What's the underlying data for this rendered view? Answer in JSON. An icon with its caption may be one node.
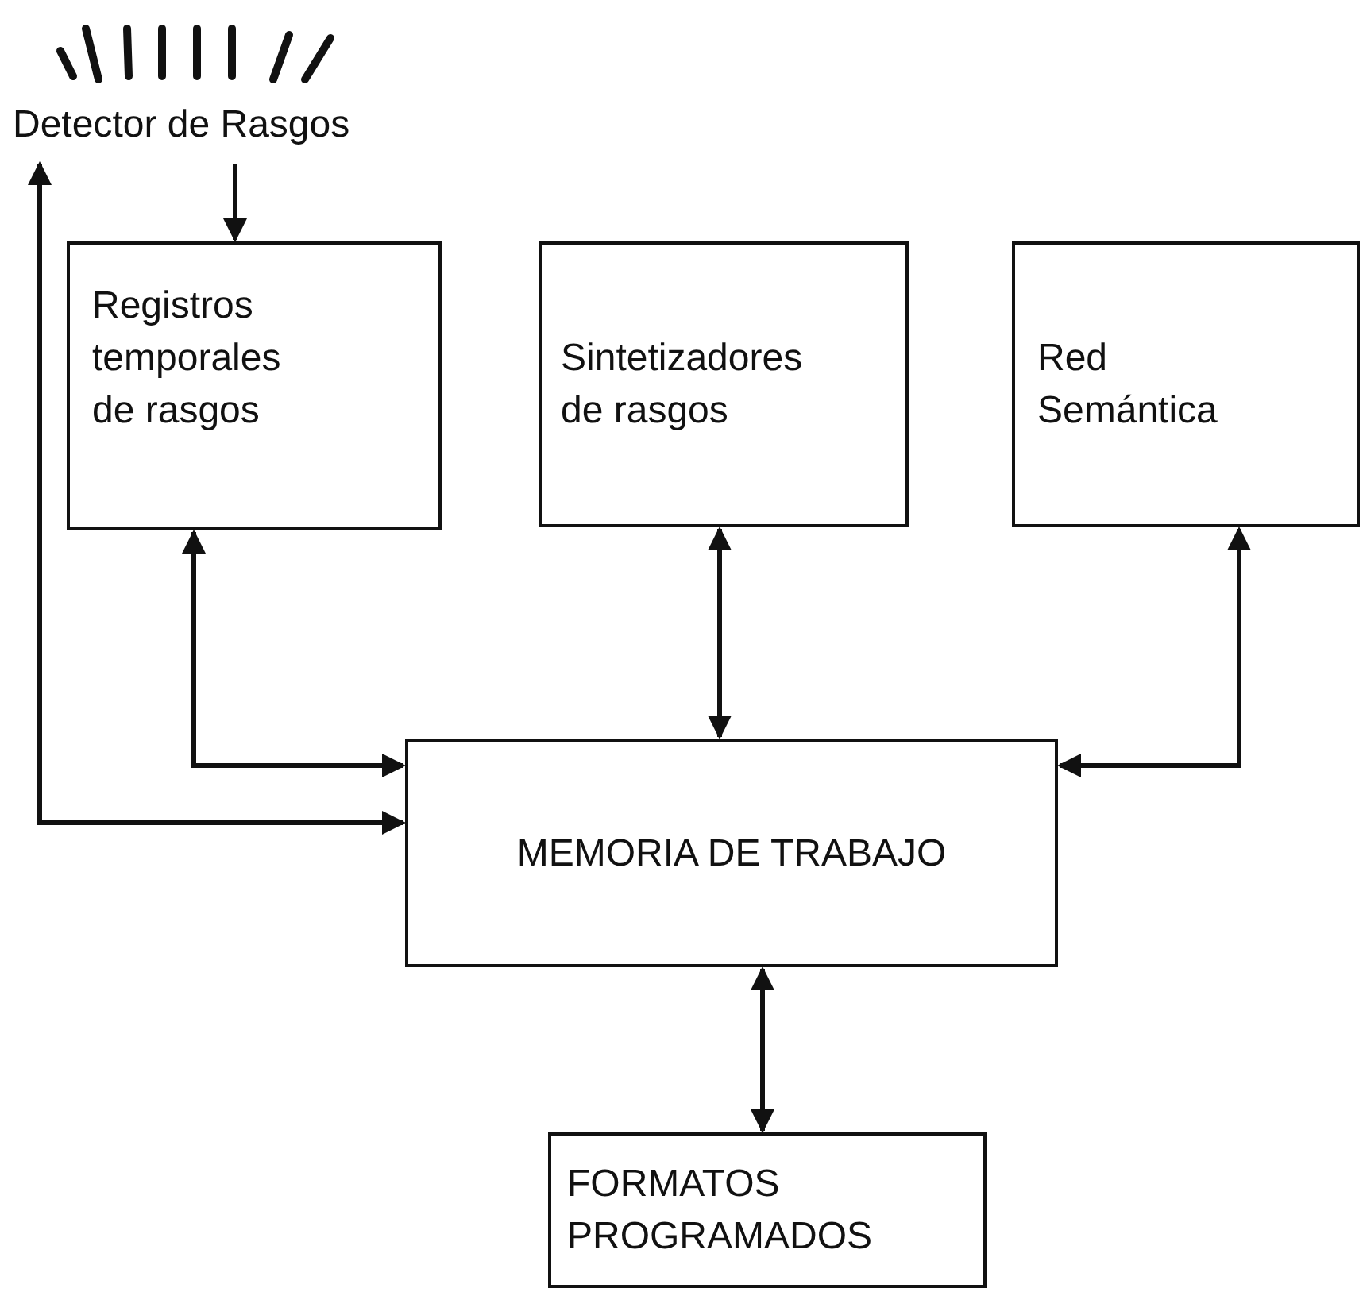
{
  "diagram": {
    "nodes": [
      {
        "text": [
          "Detector de Rasgos"
        ]
      },
      {
        "text": [
          "Registros temporales de rasgos"
        ]
      },
      {
        "text": [
          "Sintetizadores de rasgos"
        ]
      },
      {
        "text": [
          "Red Semántica"
        ]
      },
      {
        "text": [
          "MEMORIA DE TRABAJO"
        ]
      },
      {
        "text": [
          "FORMATOS PROGRAMADOS"
        ]
      }
    ],
    "edges": [
      {
        "from": 0,
        "to": 1,
        "arrow": "to"
      },
      {
        "from": 1,
        "to": 4,
        "arrow": "both"
      },
      {
        "from": 0,
        "to": 4,
        "arrow": "both"
      },
      {
        "from": 2,
        "to": 4,
        "arrow": "both"
      },
      {
        "from": 3,
        "to": 4,
        "arrow": "both"
      },
      {
        "from": 4,
        "to": 5,
        "arrow": "both"
      }
    ]
  }
}
